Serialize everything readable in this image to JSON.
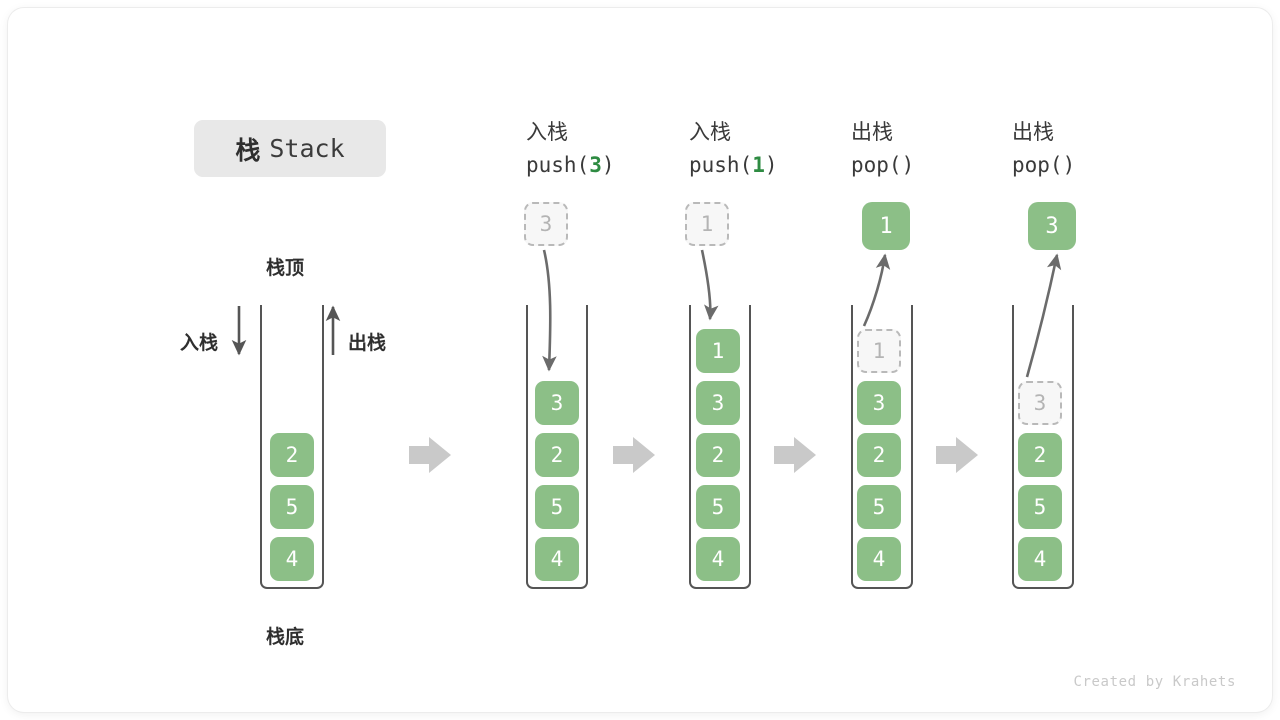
{
  "title": {
    "cn": "栈",
    "en": "Stack"
  },
  "left_stack": {
    "top_label": "栈顶",
    "bottom_label": "栈底",
    "push_label": "入栈",
    "pop_label": "出栈",
    "cells": [
      "2",
      "5",
      "4"
    ]
  },
  "steps": [
    {
      "op_cn": "入栈",
      "code_prefix": "push(",
      "code_arg": "3",
      "code_suffix": ")",
      "floating": {
        "value": "3",
        "style": "ghost",
        "position": "above"
      },
      "cells": [
        {
          "value": "3",
          "style": "solid"
        },
        {
          "value": "2",
          "style": "solid"
        },
        {
          "value": "5",
          "style": "solid"
        },
        {
          "value": "4",
          "style": "solid"
        }
      ]
    },
    {
      "op_cn": "入栈",
      "code_prefix": "push(",
      "code_arg": "1",
      "code_suffix": ")",
      "floating": {
        "value": "1",
        "style": "ghost",
        "position": "above"
      },
      "cells": [
        {
          "value": "1",
          "style": "solid"
        },
        {
          "value": "3",
          "style": "solid"
        },
        {
          "value": "2",
          "style": "solid"
        },
        {
          "value": "5",
          "style": "solid"
        },
        {
          "value": "4",
          "style": "solid"
        }
      ]
    },
    {
      "op_cn": "出栈",
      "code_prefix": "pop(",
      "code_arg": "",
      "code_suffix": ")",
      "floating": {
        "value": "1",
        "style": "solid",
        "position": "above"
      },
      "cells": [
        {
          "value": "1",
          "style": "ghost"
        },
        {
          "value": "3",
          "style": "solid"
        },
        {
          "value": "2",
          "style": "solid"
        },
        {
          "value": "5",
          "style": "solid"
        },
        {
          "value": "4",
          "style": "solid"
        }
      ]
    },
    {
      "op_cn": "出栈",
      "code_prefix": "pop(",
      "code_arg": "",
      "code_suffix": ")",
      "floating": {
        "value": "3",
        "style": "solid",
        "position": "above"
      },
      "cells": [
        {
          "value": "3",
          "style": "ghost"
        },
        {
          "value": "2",
          "style": "solid"
        },
        {
          "value": "5",
          "style": "solid"
        },
        {
          "value": "4",
          "style": "solid"
        }
      ]
    }
  ],
  "colors": {
    "cell_green": "#8cbf87",
    "ghost_fill": "#f7f7f7",
    "ghost_border": "#b9b9b9",
    "arrow_gray": "#c9c9c9",
    "stroke_dark": "#555555",
    "badge_bg": "#e8e8e8",
    "code_arg_green": "#2e8b42"
  },
  "footer": "Created by Krahets"
}
